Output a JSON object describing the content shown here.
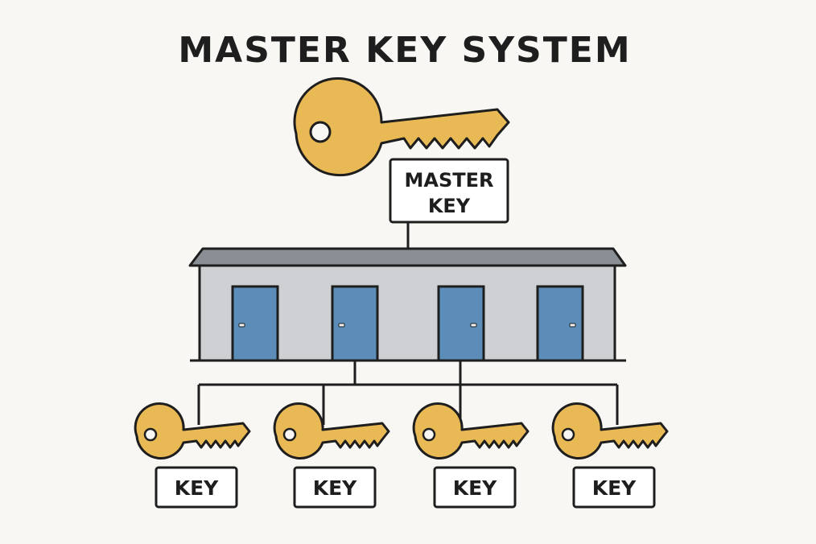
{
  "title": "MASTER KEY SYSTEM",
  "master_key": {
    "label_line1": "MASTER",
    "label_line2": "KEY",
    "icon": "master-key-icon"
  },
  "building": {
    "icon": "building-icon",
    "doors": [
      {
        "icon": "door-icon"
      },
      {
        "icon": "door-icon"
      },
      {
        "icon": "door-icon"
      },
      {
        "icon": "door-icon"
      }
    ]
  },
  "keys": [
    {
      "label": "KEY",
      "icon": "key-icon"
    },
    {
      "label": "KEY",
      "icon": "key-icon"
    },
    {
      "label": "KEY",
      "icon": "key-icon"
    },
    {
      "label": "KEY",
      "icon": "key-icon"
    }
  ],
  "colors": {
    "background": "#f8f7f3",
    "key_gold": "#e8b955",
    "door_blue": "#5b8db8",
    "wall_gray": "#cfd0d3",
    "roof_gray": "#8a8f96",
    "outline": "#1e1e1e"
  }
}
